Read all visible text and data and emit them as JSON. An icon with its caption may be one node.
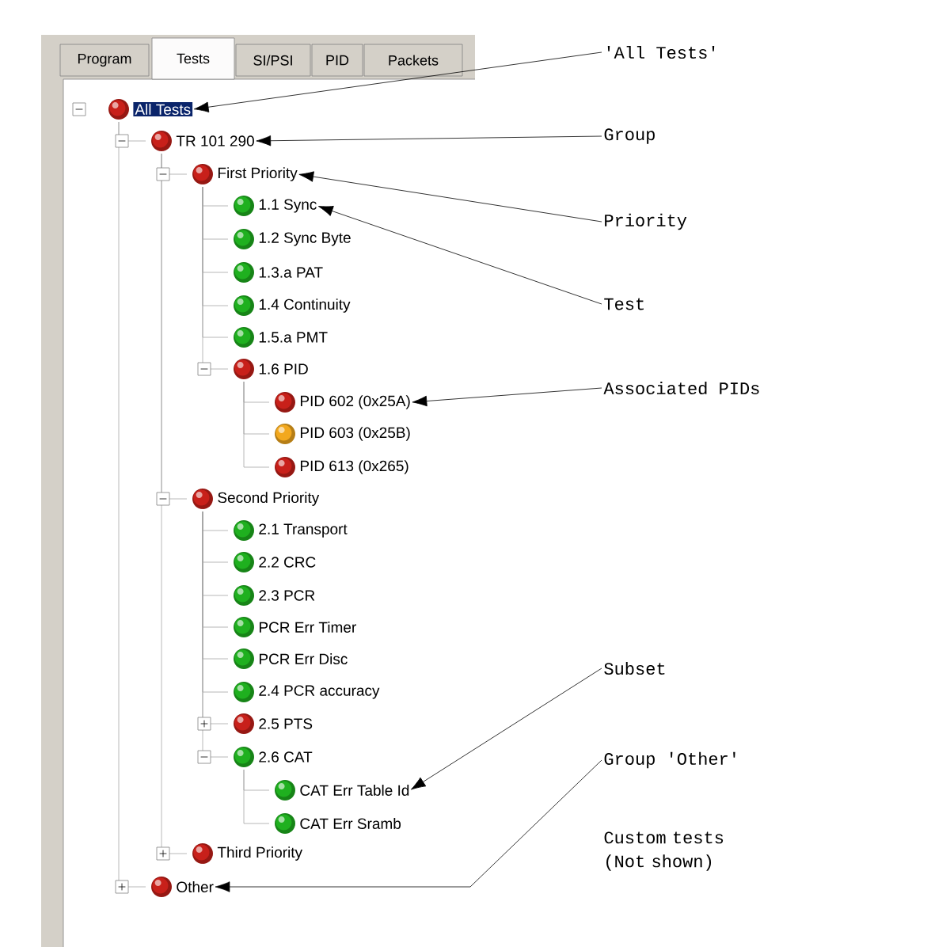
{
  "diagram": {
    "nodes": [
      {
        "text": [
          "Program"
        ]
      },
      {
        "text": [
          "Tests"
        ]
      },
      {
        "text": [
          "SI/PSI"
        ]
      },
      {
        "text": [
          "PID"
        ]
      },
      {
        "text": [
          "Packets"
        ]
      },
      {
        "text": [
          "All Tests"
        ]
      },
      {
        "text": [
          "TR 101 290"
        ]
      },
      {
        "text": [
          "First Priority"
        ]
      },
      {
        "text": [
          "1.1 Sync"
        ]
      },
      {
        "text": [
          "1.2 Sync Byte"
        ]
      },
      {
        "text": [
          "1.3.a PAT"
        ]
      },
      {
        "text": [
          "1.4 Continuity"
        ]
      },
      {
        "text": [
          "1.5.a PMT"
        ]
      },
      {
        "text": [
          "1.6 PID"
        ]
      },
      {
        "text": [
          "PID 602 (0x25A)"
        ]
      },
      {
        "text": [
          "PID 603 (0x25B)"
        ]
      },
      {
        "text": [
          "PID 613 (0x265)"
        ]
      },
      {
        "text": [
          "Second Priority"
        ]
      },
      {
        "text": [
          "2.1 Transport"
        ]
      },
      {
        "text": [
          "2.2 CRC"
        ]
      },
      {
        "text": [
          "2.3 PCR"
        ]
      },
      {
        "text": [
          "PCR Err Timer"
        ]
      },
      {
        "text": [
          "PCR Err Disc"
        ]
      },
      {
        "text": [
          "2.4 PCR accuracy"
        ]
      },
      {
        "text": [
          "2.5 PTS"
        ]
      },
      {
        "text": [
          "2.6 CAT"
        ]
      },
      {
        "text": [
          "CAT Err Table Id"
        ]
      },
      {
        "text": [
          "CAT Err Sramb"
        ]
      },
      {
        "text": [
          "Third Priority"
        ]
      },
      {
        "text": [
          "Other"
        ]
      },
      {
        "text": [
          "'All Tests'"
        ]
      },
      {
        "text": [
          "Group"
        ]
      },
      {
        "text": [
          "Priority"
        ]
      },
      {
        "text": [
          "Test"
        ]
      },
      {
        "text": [
          "Associated PIDs"
        ]
      },
      {
        "text": [
          "Subset"
        ]
      },
      {
        "text": [
          "Group 'Other'"
        ]
      }
    ],
    "edges": [
      {
        "from": 5,
        "to": 6,
        "arrow": "none"
      },
      {
        "from": 6,
        "to": 7,
        "arrow": "none"
      },
      {
        "from": 7,
        "to": 8,
        "arrow": "none"
      },
      {
        "from": 7,
        "to": 9,
        "arrow": "none"
      },
      {
        "from": 7,
        "to": 10,
        "arrow": "none"
      },
      {
        "from": 7,
        "to": 11,
        "arrow": "none"
      },
      {
        "from": 7,
        "to": 12,
        "arrow": "none"
      },
      {
        "from": 7,
        "to": 13,
        "arrow": "none"
      },
      {
        "from": 13,
        "to": 14,
        "arrow": "none"
      },
      {
        "from": 13,
        "to": 15,
        "arrow": "none"
      },
      {
        "from": 13,
        "to": 16,
        "arrow": "none"
      },
      {
        "from": 6,
        "to": 17,
        "arrow": "none"
      },
      {
        "from": 17,
        "to": 18,
        "arrow": "none"
      },
      {
        "from": 17,
        "to": 19,
        "arrow": "none"
      },
      {
        "from": 17,
        "to": 20,
        "arrow": "none"
      },
      {
        "from": 17,
        "to": 21,
        "arrow": "none"
      },
      {
        "from": 17,
        "to": 22,
        "arrow": "none"
      },
      {
        "from": 17,
        "to": 23,
        "arrow": "none"
      },
      {
        "from": 17,
        "to": 24,
        "arrow": "none"
      },
      {
        "from": 17,
        "to": 25,
        "arrow": "none"
      },
      {
        "from": 25,
        "to": 26,
        "arrow": "none"
      },
      {
        "from": 25,
        "to": 27,
        "arrow": "none"
      },
      {
        "from": 6,
        "to": 28,
        "arrow": "none"
      },
      {
        "from": 5,
        "to": 29,
        "arrow": "none"
      },
      {
        "from": 30,
        "to": 5,
        "arrow": "to",
        "color": "#000000"
      },
      {
        "from": 31,
        "to": 6,
        "arrow": "to",
        "color": "#000000"
      },
      {
        "from": 32,
        "to": 7,
        "arrow": "to",
        "color": "#000000"
      },
      {
        "from": 33,
        "to": 8,
        "arrow": "to",
        "color": "#000000"
      },
      {
        "from": 34,
        "to": 14,
        "arrow": "to",
        "color": "#000000"
      },
      {
        "from": 35,
        "to": 26,
        "arrow": "to",
        "color": "#000000"
      },
      {
        "from": 36,
        "to": 29,
        "arrow": "to",
        "color": "#000000"
      }
    ],
    "labels": [
      "Custom tests (Not shown)"
    ]
  }
}
